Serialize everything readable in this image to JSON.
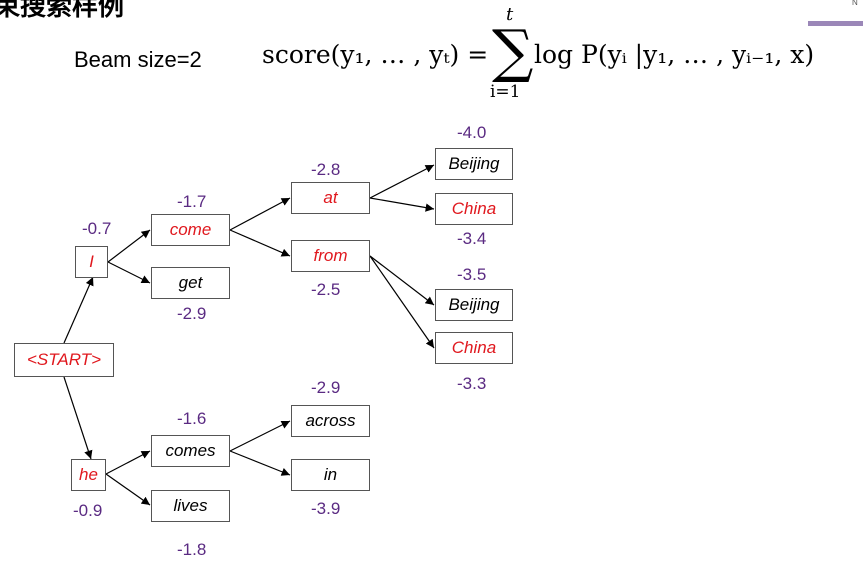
{
  "header": {
    "title": "束搜索样例",
    "corner_mark": "N"
  },
  "formula": {
    "beam_label": "Beam size=2",
    "lhs": "score(y₁, … , yₜ) =",
    "sum_upper": "t",
    "sum_lower": "i=1",
    "rhs": "log P(yᵢ |y₁, … , yᵢ₋₁, x)"
  },
  "tree": {
    "nodes": {
      "start": {
        "label": "<START>",
        "color": "red"
      },
      "i": {
        "label": "I",
        "color": "red",
        "score": "-0.7"
      },
      "he": {
        "label": "he",
        "color": "red",
        "score": "-0.9"
      },
      "come": {
        "label": "come",
        "color": "red",
        "score": "-1.7"
      },
      "get": {
        "label": "get",
        "color": "black",
        "score": "-2.9"
      },
      "comes": {
        "label": "comes",
        "color": "black",
        "score": "-1.6"
      },
      "lives": {
        "label": "lives",
        "color": "black",
        "score": "-1.8"
      },
      "at": {
        "label": "at",
        "color": "red",
        "score": "-2.8"
      },
      "from": {
        "label": "from",
        "color": "red",
        "score": "-2.5"
      },
      "across": {
        "label": "across",
        "color": "black",
        "score": "-2.9"
      },
      "in": {
        "label": "in",
        "color": "black",
        "score": "-3.9"
      },
      "beijing1": {
        "label": "Beijing",
        "color": "black",
        "score": "-4.0"
      },
      "china1": {
        "label": "China",
        "color": "red",
        "score": "-3.4"
      },
      "beijing2": {
        "label": "Beijing",
        "color": "black",
        "score": "-3.5"
      },
      "china2": {
        "label": "China",
        "color": "red",
        "score": "-3.3"
      }
    },
    "colors": {
      "red": "#e0181e",
      "black": "#000000",
      "score": "#5a2a82"
    }
  }
}
